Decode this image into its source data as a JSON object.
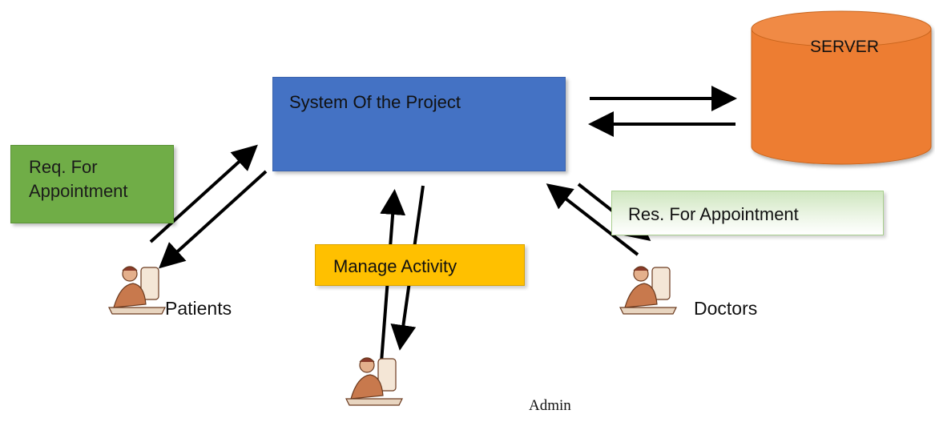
{
  "diagram": {
    "system_label": "System Of the Project",
    "server_label": "SERVER",
    "request_label": "Req. For Appointment",
    "response_label": "Res. For Appointment",
    "manage_label": "Manage Activity",
    "actors": {
      "patients": "Patients",
      "doctors": "Doctors",
      "admin": "Admin"
    },
    "icons": [
      "person-at-computer-icon",
      "database-cylinder-icon",
      "arrow-icon"
    ],
    "colors": {
      "system_box": "#4472C4",
      "server": "#ED7D31",
      "request_box": "#70AD47",
      "response_box": "#E2F0D9",
      "manage_box": "#FFC000",
      "arrows": "#000000"
    }
  }
}
